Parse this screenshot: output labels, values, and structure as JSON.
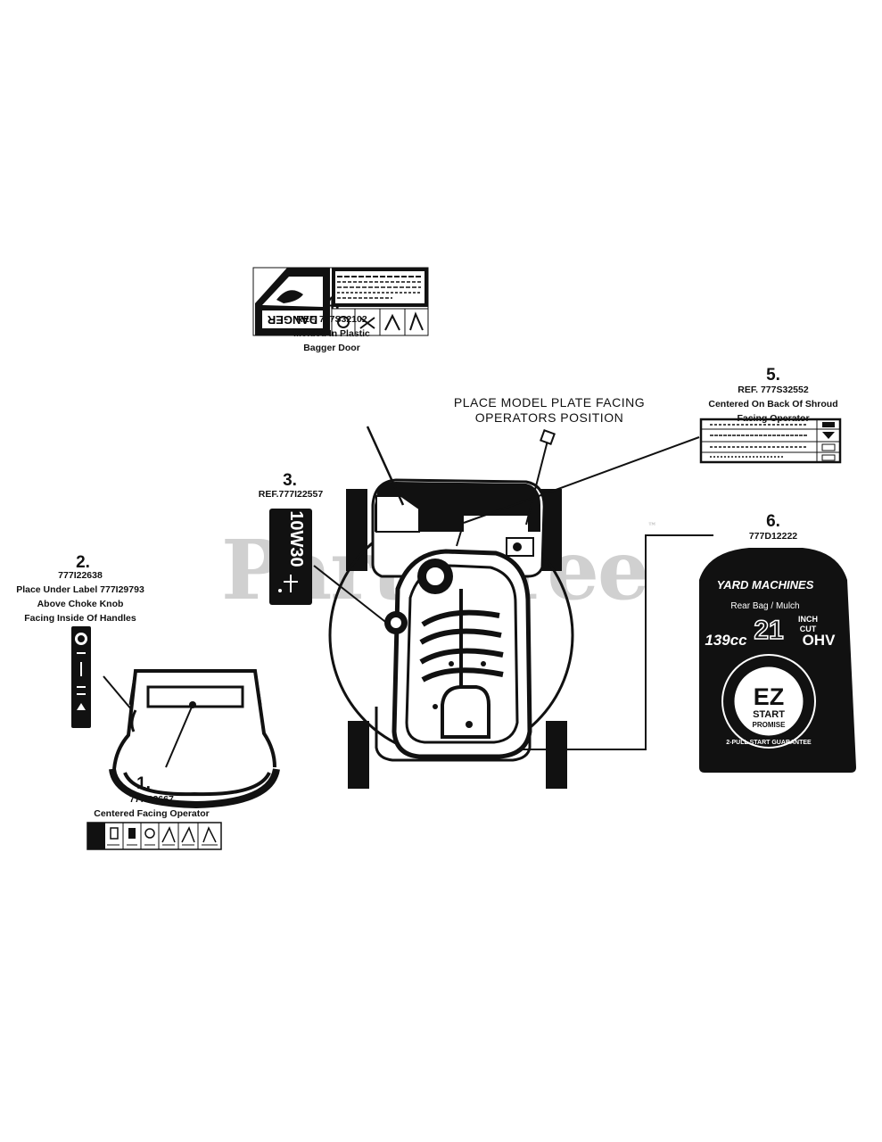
{
  "watermark": {
    "text": "PartsTree",
    "trademark": "™"
  },
  "labels": [
    {
      "id": "1",
      "number": "1.",
      "part": "777I22667",
      "lines": [
        "Centered Facing Operator"
      ]
    },
    {
      "id": "2",
      "number": "2.",
      "part": "777I22638",
      "lines": [
        "Place Under Label 777I29793",
        "Above Choke Knob",
        "Facing Inside Of Handles"
      ]
    },
    {
      "id": "3",
      "number": "3.",
      "part": "REF.777I22557",
      "lines": []
    },
    {
      "id": "4",
      "number": "4.",
      "part": "REF. 777S32102",
      "lines": [
        "Molded In Plastic",
        "Bagger Door"
      ]
    },
    {
      "id": "5",
      "number": "5.",
      "part": "REF. 777S32552",
      "lines": [
        "Centered On Back Of Shroud",
        "Facing Operator"
      ]
    },
    {
      "id": "6",
      "number": "6.",
      "part": "777D12222",
      "lines": []
    }
  ],
  "model_plate_note": [
    "PLACE MODEL PLATE FACING",
    "OPERATORS POSITION"
  ],
  "oil_label": {
    "grade": "10W30"
  },
  "danger_label": {
    "word": "DANGER"
  },
  "brand_decal": {
    "brand": "YARD MACHINES",
    "sub": "Rear Bag / Mulch",
    "size": "21",
    "size_unit_top": "INCH",
    "size_unit_bottom": "CUT",
    "displacement": "139cc",
    "engine": "OHV",
    "badge_big": "EZ",
    "badge_mid": "START",
    "badge_small": "PROMISE",
    "badge_ring": "2-PULL START GUARANTEE"
  },
  "colors": {
    "ink": "#111111",
    "paper": "#ffffff",
    "watermark": "#969696"
  }
}
